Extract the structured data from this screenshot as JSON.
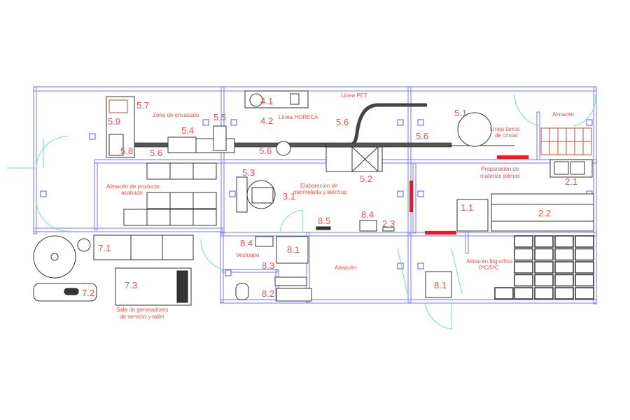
{
  "plan": {
    "rooms": {
      "zona_envasado": "Zona de envasado",
      "linea_horeca": "Línea HORECA",
      "linea_pet": "Línea PET",
      "linea_tarros_1": "Línea tarros",
      "linea_tarros_2": "de cristal",
      "almacen_top": "Almacén",
      "almacen_producto_1": "Almacén de producto",
      "almacen_producto_2": "acabado",
      "elaboracion_1": "Elaboración de",
      "elaboracion_2": "mermelada y ketchup",
      "preparacion_1": "Preparación de",
      "preparacion_2": "materias primas",
      "vestuario": "Vestuario",
      "almacen_bottom": "Almacén",
      "frigorifico_1": "Almacén frigorífico",
      "frigorifico_2": "0ºC/5ºC",
      "generadores_1": "Sala de generadores",
      "generadores_2": "de servicio y taller"
    },
    "equipment": {
      "e5_7": "5.7",
      "e5_9": "5.9",
      "e5_8": "5.8",
      "e5_4": "5.4",
      "e5_5": "5.5",
      "e5_6a": "5.6",
      "e5_6b": "5.6",
      "e5_6c": "5.6",
      "e5_6d": "5.6",
      "e4_1": "4.1",
      "e4_2": "4.2",
      "e5_1": "5.1",
      "e5_2": "5.2",
      "e5_3": "5.3",
      "e3_1": "3.1",
      "e2_1": "2.1",
      "e2_2": "2.2",
      "e2_3": "2.3",
      "e1_1": "1.1",
      "e8_5": "8.5",
      "e8_4a": "8.4",
      "e8_4b": "8.4",
      "e8_1a": "8.1",
      "e8_1b": "8.1",
      "e8_3": "8.3",
      "e8_2": "8.2",
      "e7_1": "7.1",
      "e7_2": "7.2",
      "e7_3": "7.3"
    }
  },
  "colors": {
    "wall": "#8c8cf0",
    "label": "#e0574f",
    "door": "#6ee6a8",
    "fire": "#ee1a1a"
  }
}
